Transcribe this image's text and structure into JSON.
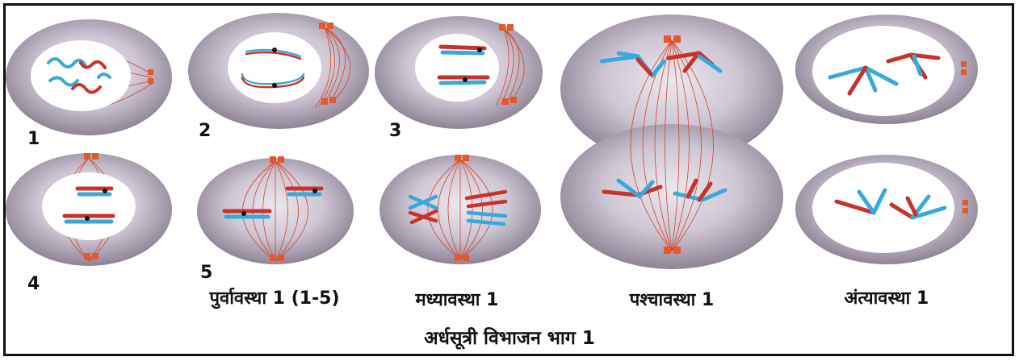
{
  "stage_numbers": [
    "1",
    "2",
    "3",
    "4",
    "5"
  ],
  "phase_labels": {
    "prophase": "पुर्वावस्था 1 (1-5)",
    "metaphase": "मध्यावस्था 1",
    "anaphase": "पश्चावस्था 1",
    "telophase": "अंत्यावस्था 1"
  },
  "caption": "अर्धसूत्री विभाजन भाग 1",
  "colors": {
    "cell_outer": "#8e8496",
    "cell_inner": "#e6e1ea",
    "nucleus": "#ffffff",
    "spindle": "#d2452a",
    "centrosome": "#e4582c",
    "chromosome_red": "#c8322a",
    "chromosome_blue": "#38a9dc"
  }
}
